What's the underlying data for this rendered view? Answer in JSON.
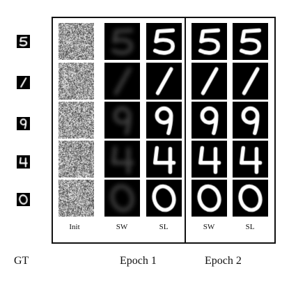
{
  "figure": {
    "gt_label": "GT",
    "epoch_labels": [
      "Epoch 1",
      "Epoch 2"
    ],
    "column_labels": [
      "Init",
      "SW",
      "SL",
      "SW",
      "SL"
    ],
    "digits": [
      "5",
      "1",
      "9",
      "4",
      "0"
    ],
    "columns": [
      {
        "label": "Init",
        "kind": "noise",
        "strength": 0
      },
      {
        "label": "SW",
        "kind": "blurry",
        "strength": 0.25
      },
      {
        "label": "SL",
        "kind": "clear",
        "strength": 1
      },
      {
        "label": "SW",
        "kind": "clear",
        "strength": 1
      },
      {
        "label": "SL",
        "kind": "clear",
        "strength": 1
      }
    ],
    "colors": {
      "frame": "#111111",
      "digit_background": "#000000",
      "digit_stroke": "#ffffff"
    }
  }
}
